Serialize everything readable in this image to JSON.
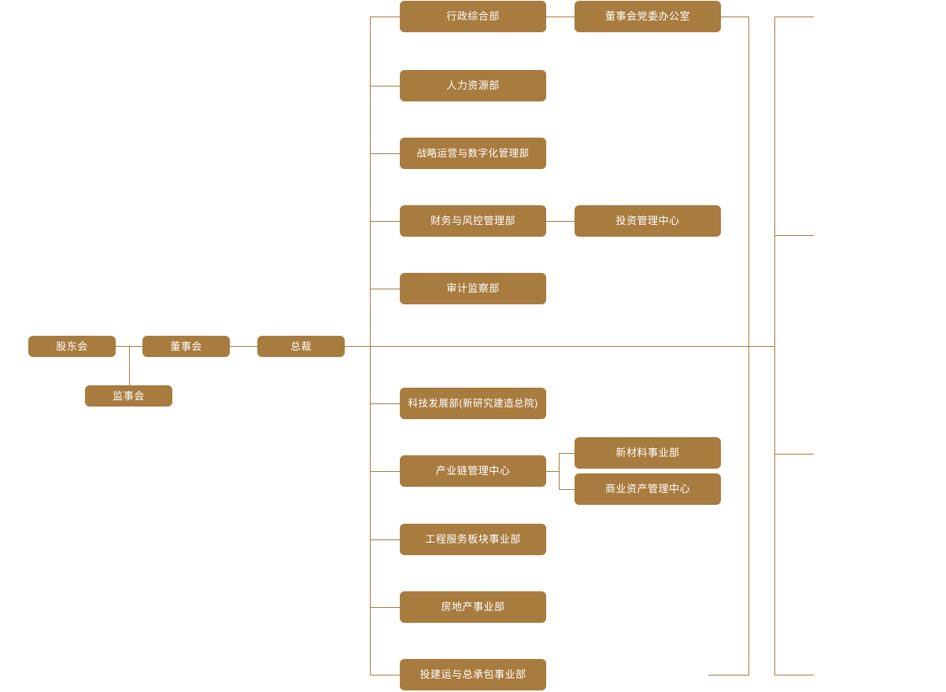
{
  "chart": {
    "title": "",
    "type": "org-chart",
    "accent_color": "#a87b3f",
    "line_color": "#a87b3f",
    "text_color": "#ffffff",
    "background_color": "#ffffff"
  },
  "governance": {
    "shareholders_meeting": "股东会",
    "board_of_directors": "董事会",
    "supervisory_board": "监事会",
    "president": "总裁"
  },
  "functional_departments": [
    {
      "label": "行政综合部"
    },
    {
      "label": "人力资源部"
    },
    {
      "label": "战略运营与数字化管理部"
    },
    {
      "label": "财务与风控管理部"
    },
    {
      "label": "审计监察部"
    }
  ],
  "functional_sub_units": [
    {
      "label": "董事会党委办公室",
      "parent": "行政综合部"
    },
    {
      "label": "投资管理中心",
      "parent": "财务与风控管理部"
    }
  ],
  "business_units": [
    {
      "label": "科技发展部(新研究建造总院)"
    },
    {
      "label": "产业链管理中心"
    },
    {
      "label": "工程服务板块事业部"
    },
    {
      "label": "房地产事业部"
    },
    {
      "label": "投建运与总承包事业部"
    }
  ],
  "business_sub_units": [
    {
      "label": "新材料事业部",
      "parent": "产业链管理中心"
    },
    {
      "label": "商业资产管理中心",
      "parent": "产业链管理中心"
    }
  ]
}
